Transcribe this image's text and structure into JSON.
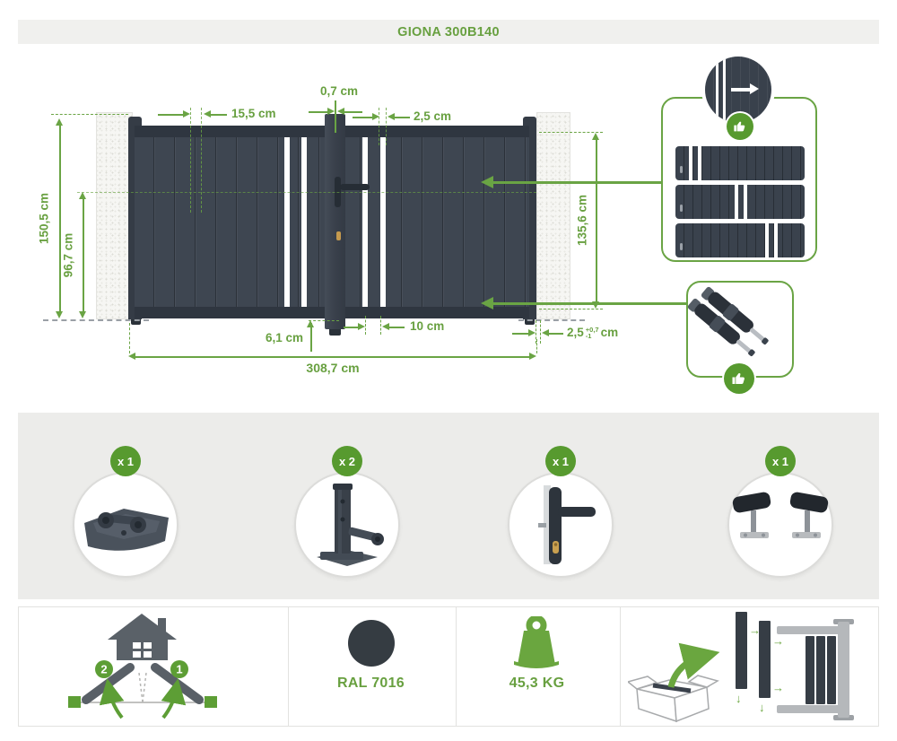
{
  "header": {
    "title": "GIONA 300B140"
  },
  "diagram": {
    "dims": {
      "stile_gap": "0,7 cm",
      "slat_width": "15,5 cm",
      "slat_gap": "2,5 cm",
      "height_total": "150,5 cm",
      "height_handle": "96,7 cm",
      "leaf_height": "135,6 cm",
      "bottom_clearance": "6,1 cm",
      "gap_spacing": "10 cm",
      "total_width": "308,7 cm",
      "side_gap": {
        "value": "2,5",
        "tol_plus": "+0,7",
        "tol_minus": "-1",
        "unit": "cm"
      }
    },
    "callouts": {
      "variants_icon": "gate-slats-with-arrow",
      "approved_icon": "thumbs-up",
      "motors_icon": "pair-of-linear-actuators"
    }
  },
  "included_parts": [
    {
      "qty": "x 1",
      "icon": "latch-plate"
    },
    {
      "qty": "x 2",
      "icon": "hinge-bracket"
    },
    {
      "qty": "x 1",
      "icon": "handle-with-lock"
    },
    {
      "qty": "x 1",
      "icon": "gate-stop-pair"
    }
  ],
  "info": {
    "opening": {
      "left_leaf": "2",
      "right_leaf": "1"
    },
    "color": {
      "label": "RAL 7016",
      "hex": "#353c42"
    },
    "weight": {
      "label": "45,3 KG"
    },
    "assembly_icon": "slats-packed-in-box"
  }
}
